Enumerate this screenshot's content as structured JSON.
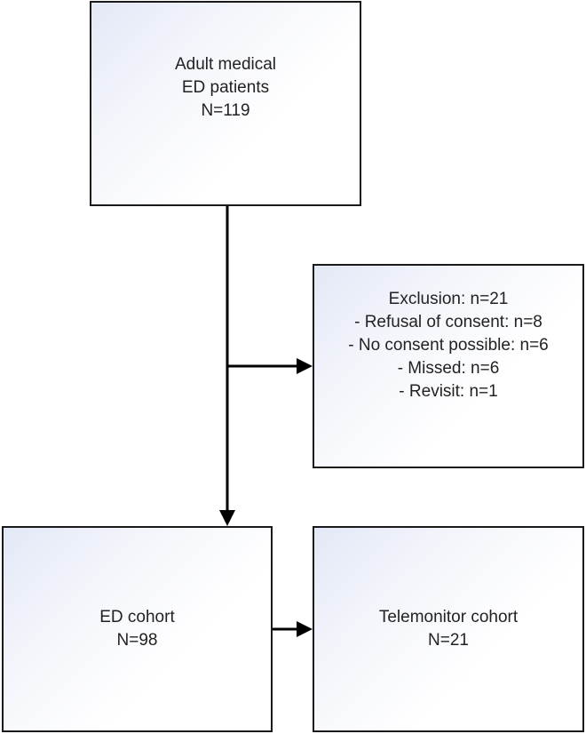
{
  "nodes": {
    "top": {
      "lines": [
        "Adult medical",
        "ED patients",
        "N=119"
      ]
    },
    "exclusion": {
      "lines": [
        "Exclusion: n=21",
        "- Refusal of consent: n=8",
        "- No consent possible: n=6",
        "- Missed: n=6",
        "- Revisit: n=1"
      ]
    },
    "ed_cohort": {
      "lines": [
        "ED cohort",
        "N=98"
      ]
    },
    "telemonitor_cohort": {
      "lines": [
        "Telemonitor cohort",
        "N=21"
      ]
    }
  },
  "edges": [
    {
      "from": "top",
      "to": "ed_cohort"
    },
    {
      "from": "top",
      "to": "exclusion"
    },
    {
      "from": "ed_cohort",
      "to": "telemonitor_cohort"
    }
  ],
  "colors": {
    "border": "#1a1a1a",
    "gradient_start": "#e3e8f6",
    "fill": "#ffffff",
    "text": "#222222"
  }
}
